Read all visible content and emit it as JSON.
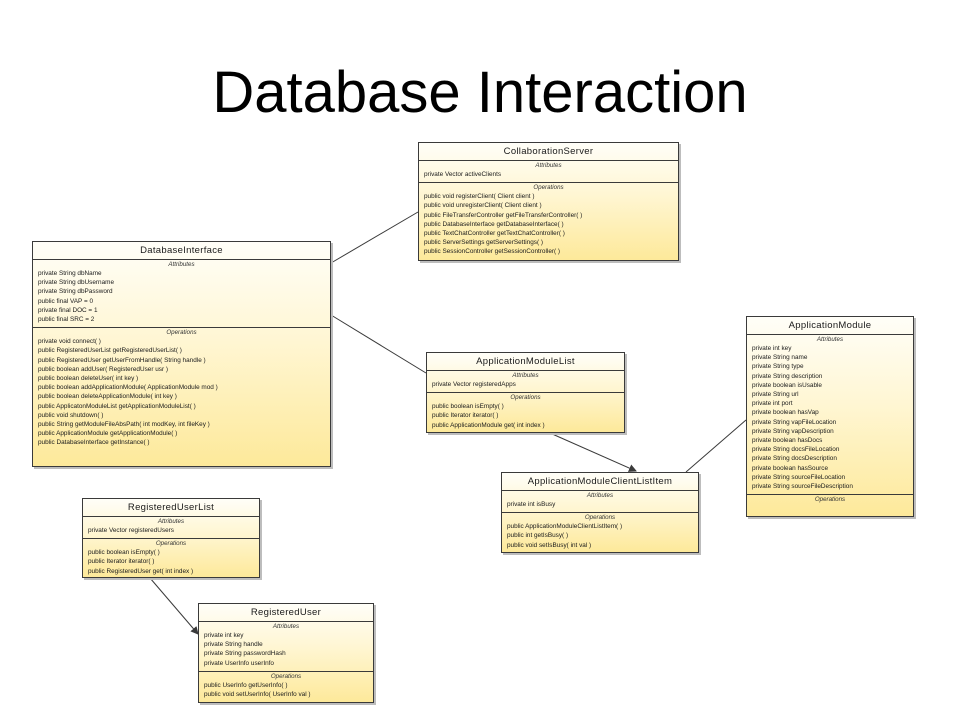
{
  "title": "Database Interaction",
  "labels": {
    "attributes": "Attributes",
    "operations": "Operations"
  },
  "classes": {
    "collaboration_server": {
      "name": "CollaborationServer",
      "attributes": [
        "private Vector activeClients"
      ],
      "operations": [
        "public void  registerClient( Client client )",
        "public void  unregisterClient( Client client )",
        "public FileTransferController  getFileTransferController( )",
        "public DatabaseInterface  getDatabaseInterface( )",
        "public TextChatController  getTextChatController( )",
        "public ServerSettings  getServerSettings( )",
        "public SessionController  getSessionController( )"
      ]
    },
    "database_interface": {
      "name": "DatabaseInterface",
      "attributes": [
        "private String dbName",
        "private String dbUsername",
        "private String dbPassword",
        "public final VAP = 0",
        "private final DOC = 1",
        "public final SRC = 2"
      ],
      "operations": [
        "private void  connect( )",
        "public RegisteredUserList  getRegisteredUserList( )",
        "public RegisteredUser  getUserFromHandle( String handle )",
        "public boolean  addUser( RegisteredUser usr )",
        "public boolean  deleteUser( int key )",
        "public boolean  addApplicationModule( ApplicationModule mod )",
        "public boolean  deleteApplicationModule( int key )",
        "public ApplicatonModuleList  getApplicationModuleList( )",
        "public void  shutdown( )",
        "public String  getModuleFileAbsPath( int modKey, int fileKey )",
        "public ApplicationModule  getApplicationModule( )",
        "public DatabaseInterface  getInstance( )"
      ]
    },
    "application_module_list": {
      "name": "ApplicationModuleList",
      "attributes": [
        "private Vector registeredApps"
      ],
      "operations": [
        "public boolean  isEmpty( )",
        "public Iterator  iterator( )",
        "public ApplicationModule  get( int index )"
      ]
    },
    "application_module": {
      "name": "ApplicationModule",
      "attributes": [
        "private int key",
        "private String name",
        "private String type",
        "private String description",
        "private boolean isUsable",
        "private String url",
        "private int port",
        "private boolean hasVap",
        "private String vapFileLocation",
        "private String vapDescription",
        "private boolean hasDocs",
        "private String docsFileLocation",
        "private String docsDescription",
        "private boolean hasSource",
        "private String sourceFileLocation",
        "private String sourceFileDescription"
      ],
      "operations": []
    },
    "application_module_client_list_item": {
      "name": "ApplicationModuleClientListItem",
      "attributes": [
        "private int isBusy"
      ],
      "operations": [
        "public ApplicationModuleClientListItem( )",
        "public int  getIsBusy( )",
        "public void  setIsBusy( int val )"
      ]
    },
    "registered_user_list": {
      "name": "RegisteredUserList",
      "attributes": [
        "private Vector registeredUsers"
      ],
      "operations": [
        "public boolean  isEmpty( )",
        "public Iterator  iterator( )",
        "public RegisteredUser  get( int index )"
      ]
    },
    "registered_user": {
      "name": "RegisteredUser",
      "attributes": [
        "private int key",
        "private String handle",
        "private String passwordHash",
        "private UserInfo userInfo"
      ],
      "operations": [
        "public UserInfo  getUserInfo( )",
        "public void  setUserInfo( UserInfo val )"
      ]
    }
  }
}
